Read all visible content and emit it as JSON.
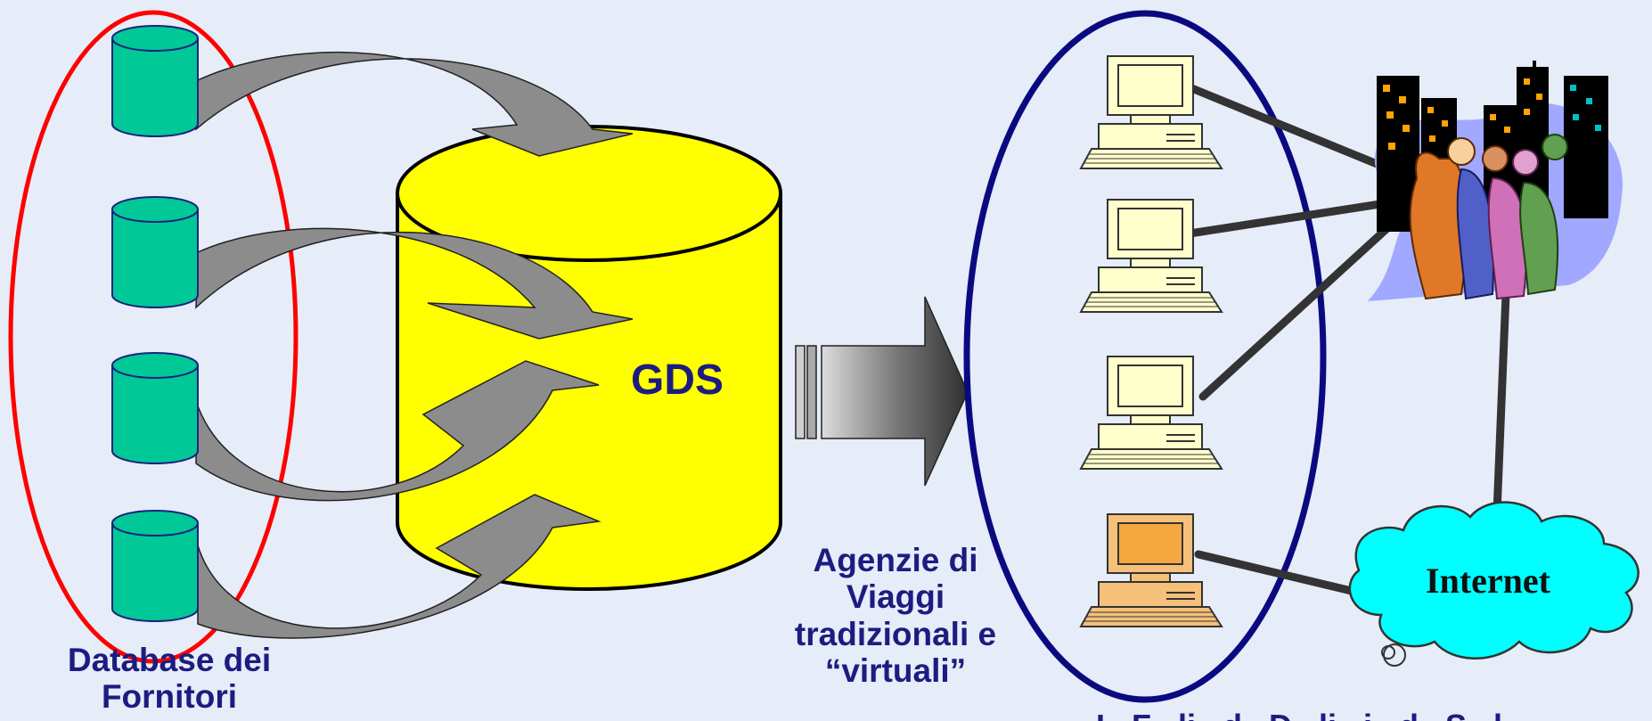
{
  "labels": {
    "gds": "GDS",
    "internet": "Internet",
    "suppliers_line1": "Database dei",
    "suppliers_line2": "Fornitori",
    "agencies_line1": "Agenzie di",
    "agencies_line2": "Viaggi",
    "agencies_line3": "tradizionali e",
    "agencies_line4": "“virtuali”",
    "bottom_right_partial": "I   F   li   d   D   li   i   d   S   l"
  },
  "colors": {
    "background": "#e6ecf8",
    "supplier_db": "#00c896",
    "gds_cylinder": "#ffff00",
    "supplier_ring": "#ff0000",
    "agency_ring": "#0a0a80",
    "cloud": "#00ffff",
    "text": "#1c1c80"
  },
  "icons": {
    "supplier": "database-icon",
    "agency": "computer-icon",
    "customers": "people-city-icon",
    "network": "cloud-icon"
  }
}
